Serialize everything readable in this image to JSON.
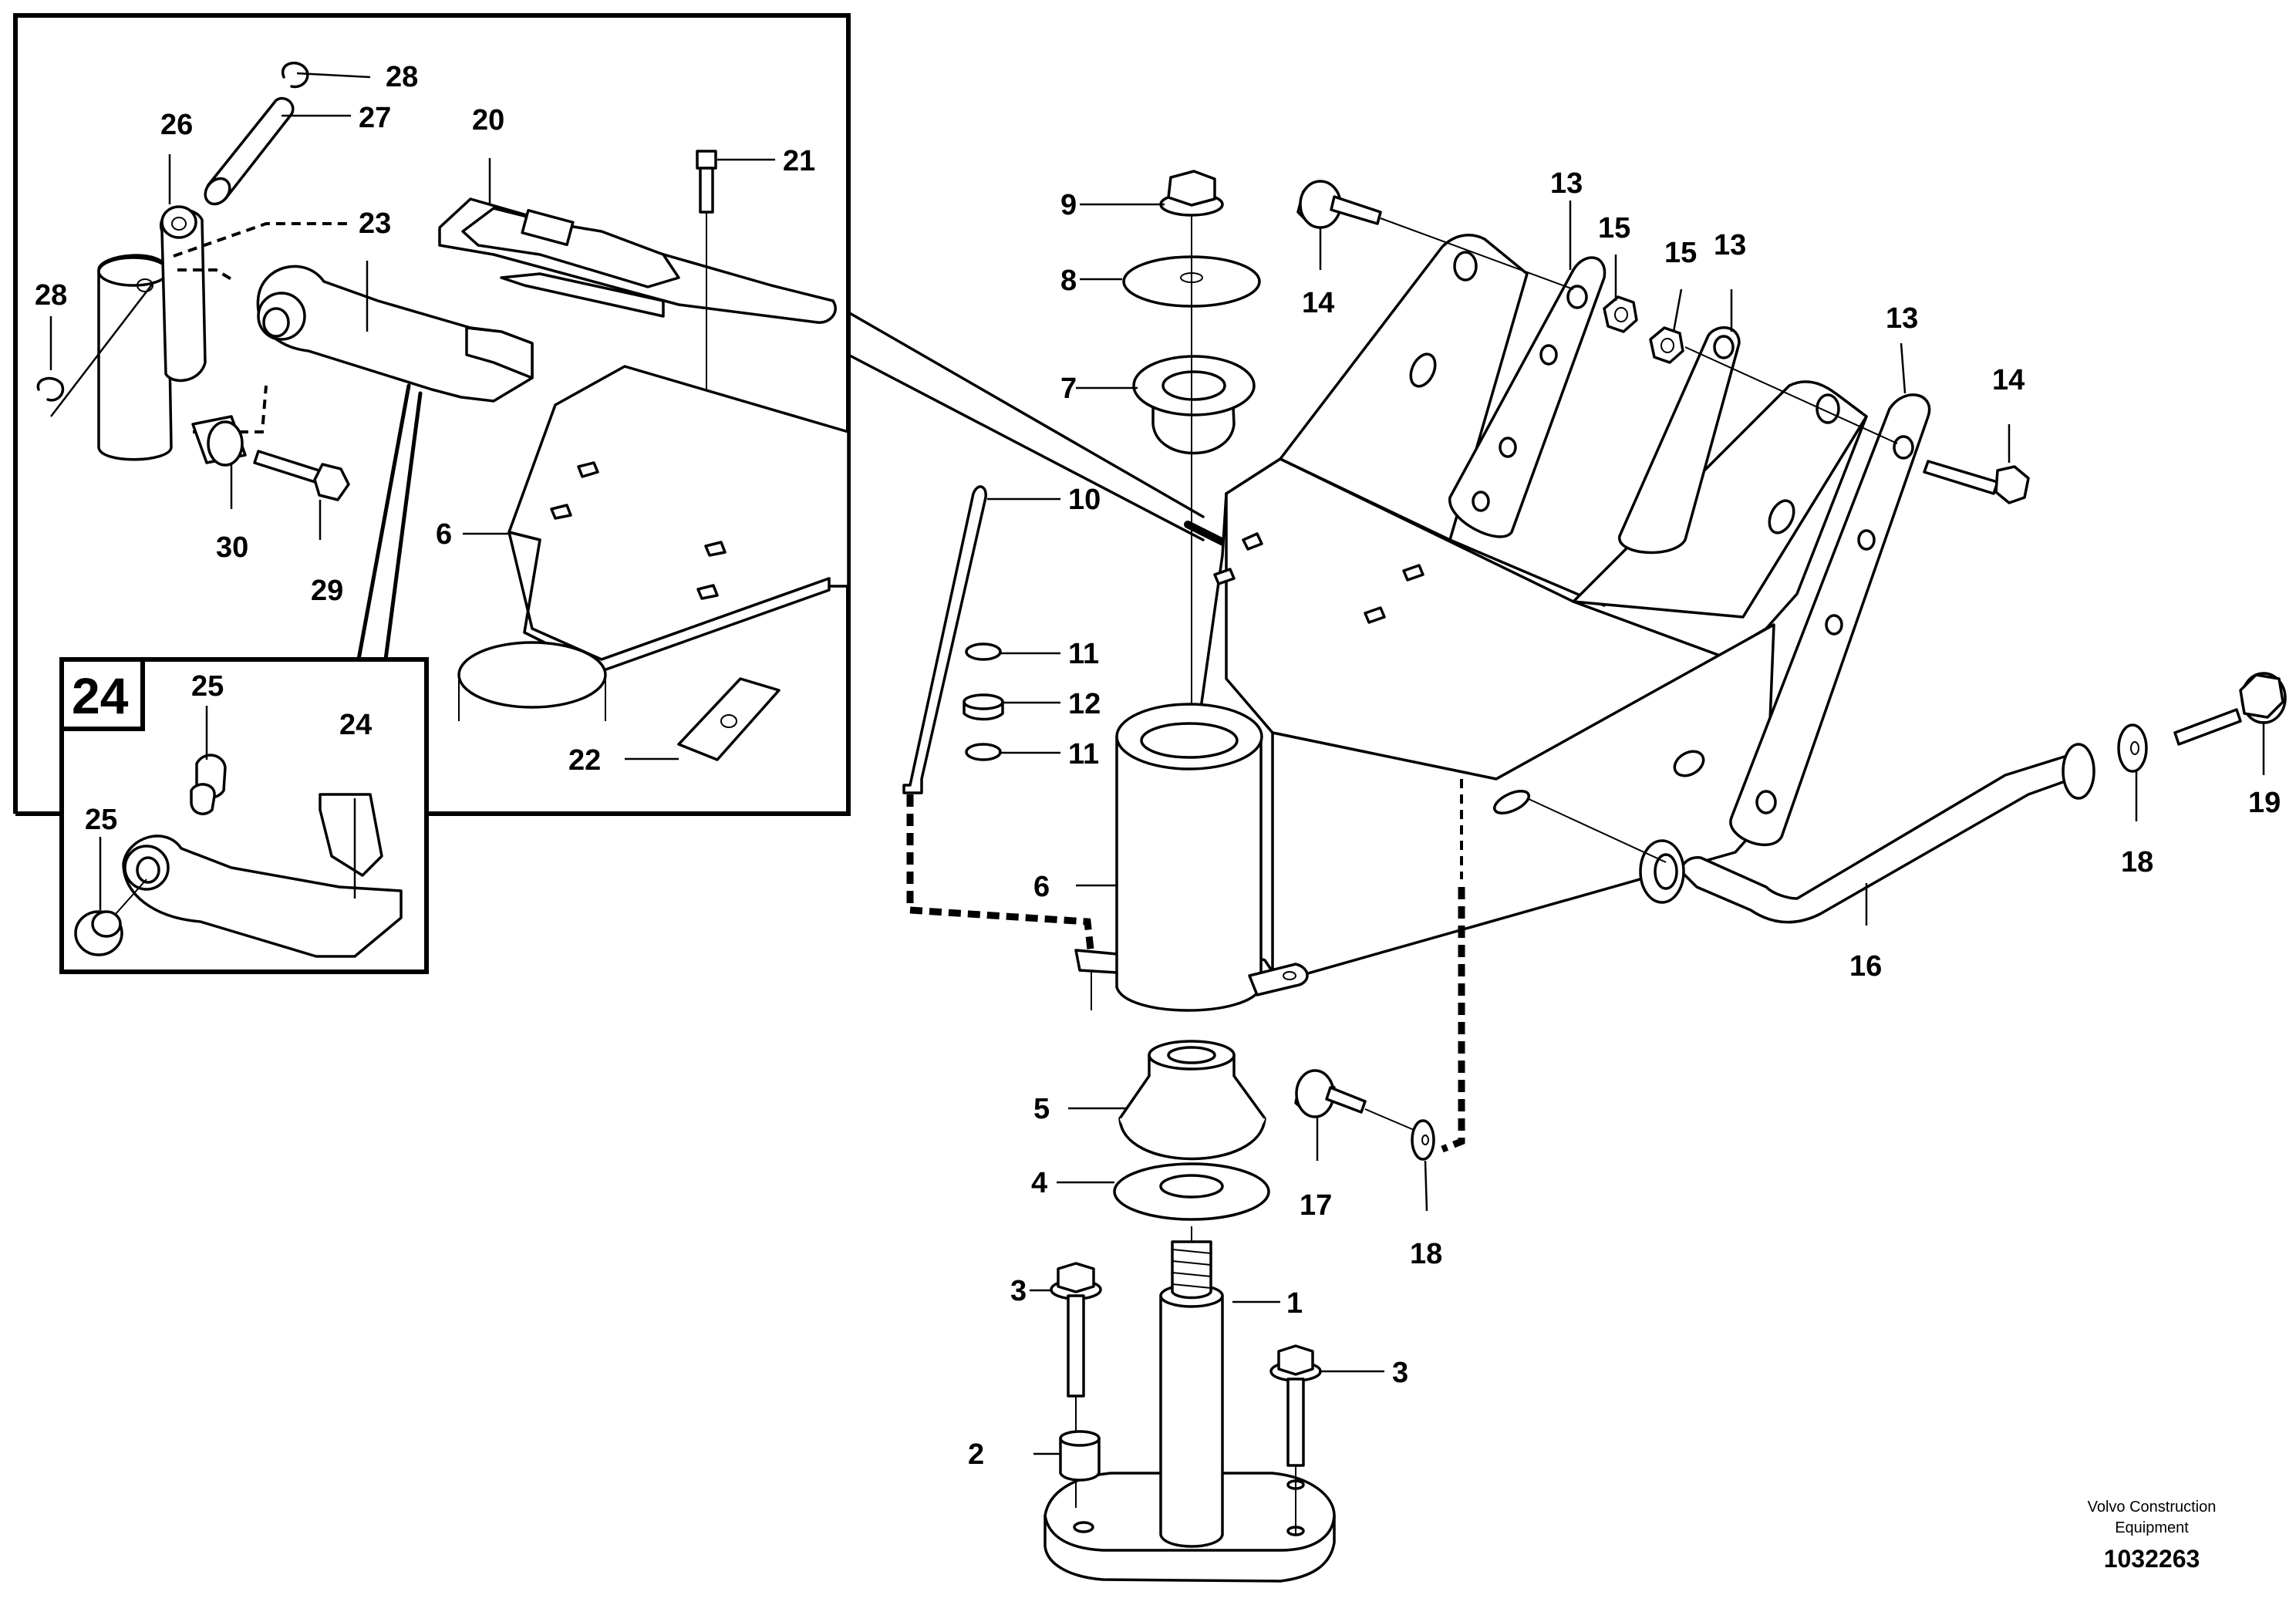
{
  "title": "",
  "credit": {
    "line1": "Volvo Construction",
    "line2": "Equipment"
  },
  "doc_number": "1032263",
  "callouts": {
    "c1": "1",
    "c2": "2",
    "c3a": "3",
    "c3b": "3",
    "c4": "4",
    "c5": "5",
    "c6a": "6",
    "c6b": "6",
    "c7": "7",
    "c8": "8",
    "c9": "9",
    "c10": "10",
    "c11a": "11",
    "c11b": "11",
    "c12": "12",
    "c13a": "13",
    "c13b": "13",
    "c13c": "13",
    "c14a": "14",
    "c14b": "14",
    "c15a": "15",
    "c15b": "15",
    "c16": "16",
    "c17": "17",
    "c18a": "18",
    "c18b": "18",
    "c19": "19",
    "c20": "20",
    "c21": "21",
    "c22": "22",
    "c23": "23",
    "c24": "24",
    "c25a": "25",
    "c25b": "25",
    "c26": "26",
    "c27": "27",
    "c28a": "28",
    "c28b": "28",
    "c29": "29",
    "c30": "30"
  },
  "detail_view_label": "24"
}
